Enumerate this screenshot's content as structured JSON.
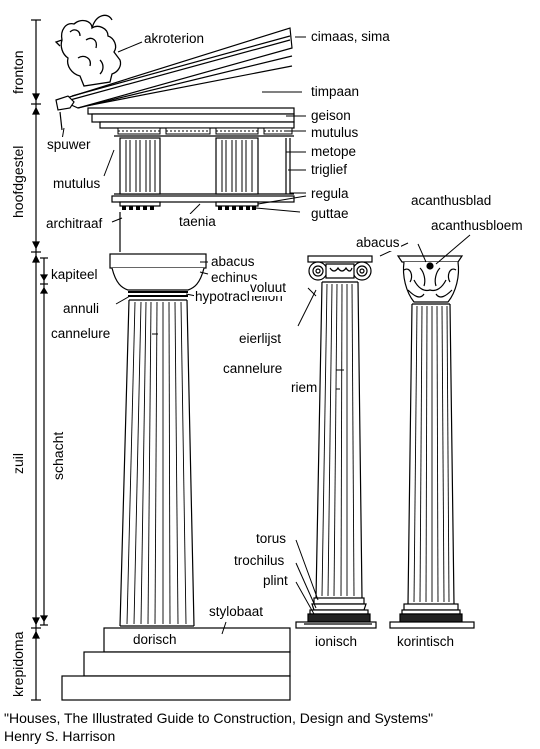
{
  "labels": {
    "akroterion": "akroterion",
    "cimaas": "cimaas, sima",
    "timpaan": "timpaan",
    "geison": "geison",
    "mutulus_right": "mutulus",
    "metope": "metope",
    "triglief": "triglief",
    "regula": "regula",
    "guttae": "guttae",
    "spuwer": "spuwer",
    "mutulus_left": "mutulus",
    "architraaf": "architraaf",
    "taenia": "taenia",
    "abacus_doric": "abacus",
    "echinus": "echinus",
    "hypotrachelion": "hypotrachelion",
    "kapiteel": "kapiteel",
    "annuli": "annuli",
    "cannelure_doric": "cannelure",
    "schacht": "schacht",
    "zuil": "zuil",
    "abacus_ionic": "abacus",
    "voluut": "voluut",
    "eierlijst": "eierlijst",
    "cannelure_ionic": "cannelure",
    "riem": "riem",
    "acanthusblad": "acanthusblad",
    "acanthusbloem": "acanthusbloem",
    "torus": "torus",
    "trochilus": "trochilus",
    "plint": "plint",
    "stylobaat": "stylobaat",
    "dorisch": "dorisch",
    "ionisch": "ionisch",
    "korintisch": "korintisch",
    "fronton": "fronton",
    "hoofdgestel": "hoofdgestel",
    "krepidoma": "krepidoma"
  },
  "caption": {
    "line1": "\"Houses, The Illustrated Guide to Construction, Design and Systems\"",
    "line2": "Henry S. Harrison"
  }
}
